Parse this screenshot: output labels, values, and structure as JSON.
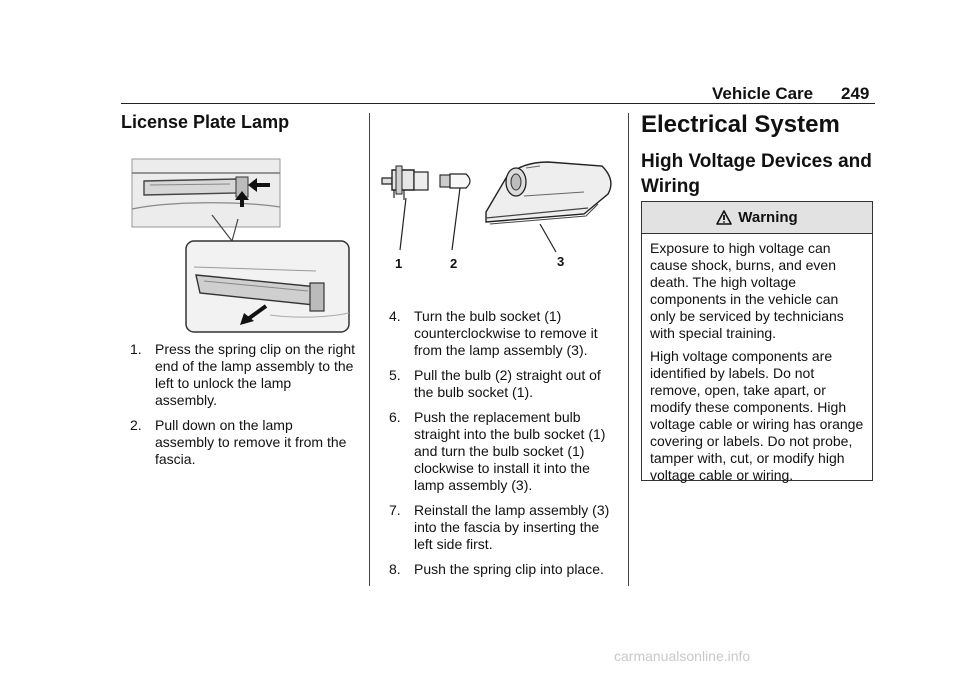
{
  "header": {
    "section": "Vehicle Care",
    "page_number": "249"
  },
  "license_plate": {
    "heading": "License Plate Lamp",
    "steps_left": [
      {
        "num": "1.",
        "text": "Press the spring clip on the right end of the lamp assembly to the left to unlock the lamp assembly."
      },
      {
        "num": "2.",
        "text": "Pull down on the lamp assembly to remove it from the fascia."
      }
    ],
    "callouts": [
      "1",
      "2",
      "3"
    ],
    "steps_right": [
      {
        "num": "4.",
        "text": "Turn the bulb socket (1) counterclockwise to remove it from the lamp assembly (3)."
      },
      {
        "num": "5.",
        "text": "Pull the bulb (2) straight out of the bulb socket (1)."
      },
      {
        "num": "6.",
        "text": "Push the replacement bulb straight into the bulb socket (1) and turn the bulb socket (1) clockwise to install it into the lamp assembly (3)."
      },
      {
        "num": "7.",
        "text": "Reinstall the lamp assembly (3) into the fascia by inserting the left side first."
      },
      {
        "num": "8.",
        "text": "Push the spring clip into place."
      }
    ]
  },
  "electrical": {
    "heading": "Electrical System",
    "subheading": "High Voltage Devices and Wiring",
    "warning": {
      "title": "Warning",
      "icon": "warning-triangle-icon",
      "paragraphs": [
        "Exposure to high voltage can cause shock, burns, and even death. The high voltage components in the vehicle can only be serviced by technicians with special training.",
        "High voltage components are identified by labels. Do not remove, open, take apart, or modify these components. High voltage cable or wiring has orange covering or labels. Do not probe, tamper with, cut, or modify high voltage cable or wiring."
      ]
    }
  },
  "watermark": "carmanualsonline.info"
}
